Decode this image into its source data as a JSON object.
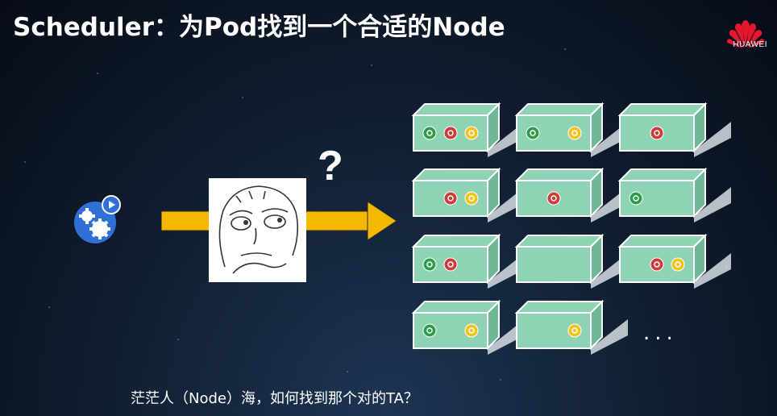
{
  "slide": {
    "title": "Scheduler：为Pod找到一个合适的Node",
    "caption": "茫茫人（Node）海，如何找到那个对的TA？",
    "question_mark": "?",
    "ellipsis": "...",
    "brand_name": "HUAWEI"
  },
  "icons": {
    "scheduler": "kubernetes-scheduler-gear-icon",
    "face": "thinking-meme-face",
    "arrow": "right-arrow-icon",
    "brand": "huawei-logo"
  },
  "colors": {
    "background": "#0f1c2e",
    "node_fill": "#8fd3b5",
    "node_edge": "#ffffff",
    "arrow": "#f5b800",
    "pod_green": "#2e9c4b",
    "pod_red": "#d23a3a",
    "pod_yellow": "#f2c21b",
    "badge_blue": "#2f6fd6"
  },
  "nodes": [
    {
      "pods": [
        "green",
        "red",
        "yellow"
      ]
    },
    {
      "pods": [
        "green",
        "yellow"
      ]
    },
    {
      "pods": [
        "red"
      ]
    },
    {
      "pods": [
        "red",
        "yellow"
      ]
    },
    {
      "pods": [
        "red"
      ]
    },
    {
      "pods": [
        "green"
      ]
    },
    {
      "pods": [
        "green",
        "red"
      ]
    },
    {
      "pods": []
    },
    {
      "pods": [
        "red",
        "yellow"
      ]
    },
    {
      "pods": [
        "green",
        "yellow"
      ]
    },
    {
      "pods": [
        "yellow"
      ]
    }
  ]
}
